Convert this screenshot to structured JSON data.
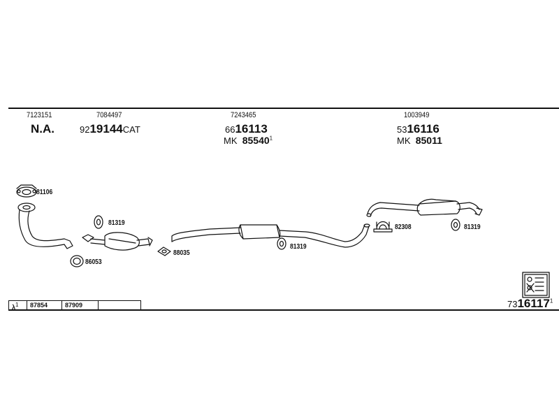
{
  "header": {
    "col1": {
      "top": "7123151",
      "main": "N.A."
    },
    "col2": {
      "top": "7084497",
      "prefix": "92",
      "main": "19144",
      "suffix": "CAT"
    },
    "col3": {
      "top": "7243465",
      "prefix": "66",
      "main": "16113",
      "mk_prefix": "MK",
      "mk_value": "85540",
      "mk_sup": "1"
    },
    "col4": {
      "top": "1003949",
      "prefix": "53",
      "main": "16116",
      "mk_prefix": "MK",
      "mk_value": "85011"
    }
  },
  "parts": {
    "gasket_top": "81106",
    "clamp_ring": "86053",
    "hanger_left": "81319",
    "gasket_mid": "88035",
    "hanger_mid": "81319",
    "clamp_u": "82308",
    "hanger_right": "81319"
  },
  "lambda_table": {
    "symbol": "λ",
    "symbol_sup": "1",
    "values": [
      "87854",
      "87909",
      ""
    ]
  },
  "footer": {
    "prefix": "73",
    "main": "16117",
    "sup": "1"
  },
  "colors": {
    "line": "#111111",
    "background": "#ffffff"
  }
}
